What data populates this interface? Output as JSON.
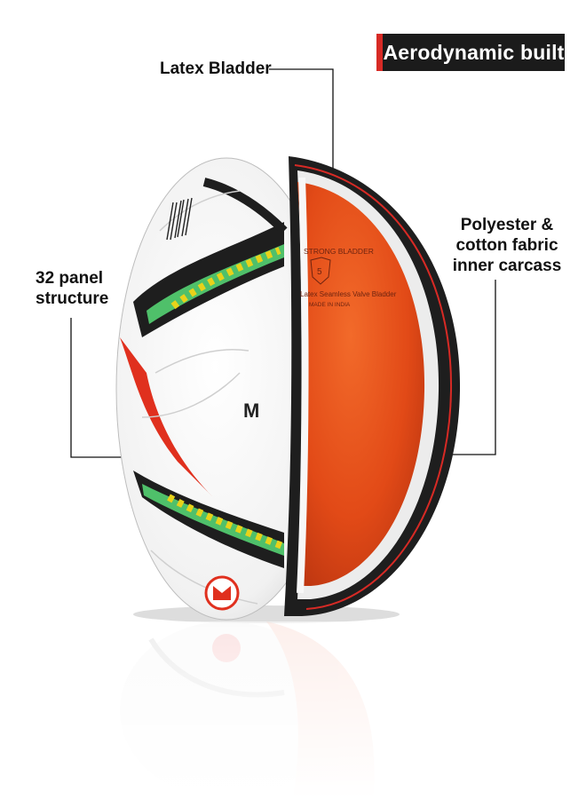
{
  "badge": {
    "text": "Aerodynamic built",
    "accent": "#d72a25",
    "bg": "#1b1b1b"
  },
  "callouts": {
    "latex": {
      "text": "Latex Bladder"
    },
    "panel": {
      "line1": "32 panel",
      "line2": "structure"
    },
    "carcass": {
      "line1": "Polyester &",
      "line2": "cotton fabric",
      "line3": "inner carcass"
    }
  },
  "ball": {
    "bladder_print": {
      "line1": "STRONG BLADDER",
      "size": "5",
      "line2": "Latex Seamless Valve Bladder",
      "line3": "MADE IN INDIA"
    },
    "brand_mark": "M",
    "colors": {
      "bladder": "#e24a17",
      "shell": "#ffffff",
      "accent_red": "#e0301e",
      "accent_green": "#4fc06a",
      "accent_yellow": "#e8d21a",
      "trim": "#1e1e1e"
    }
  }
}
